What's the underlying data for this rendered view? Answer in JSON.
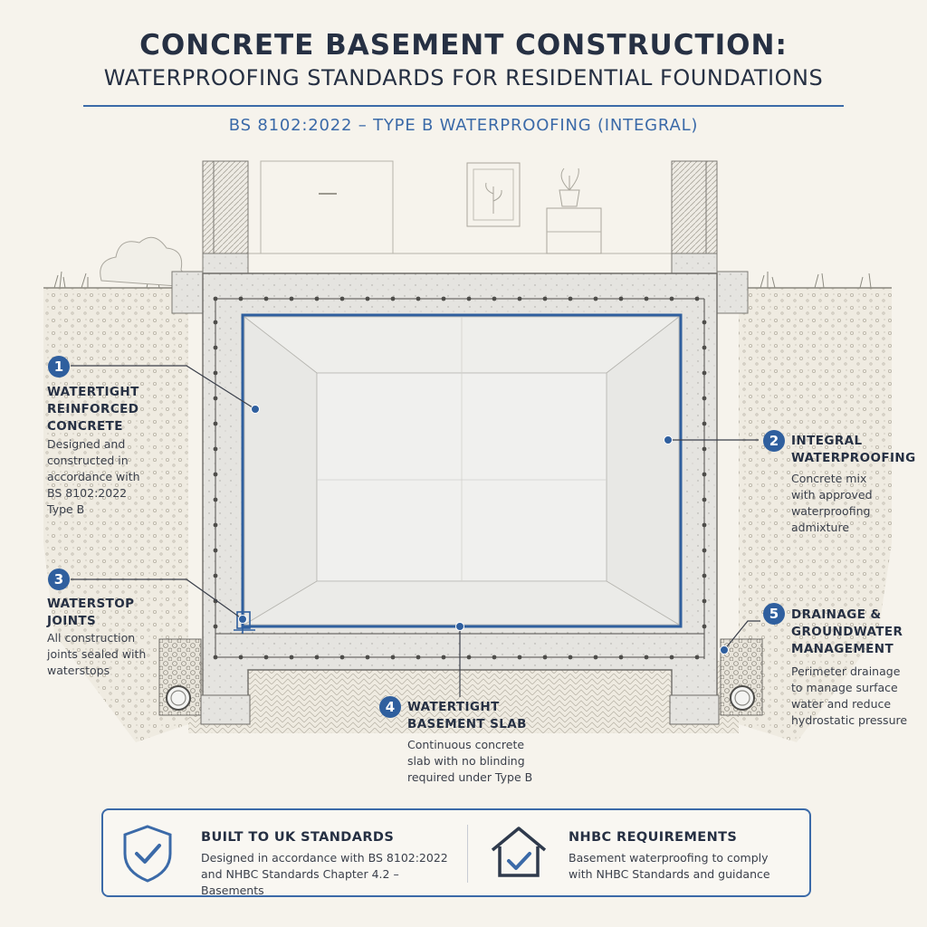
{
  "header": {
    "title_line1": "CONCRETE BASEMENT CONSTRUCTION:",
    "title_line2": "WATERPROOFING STANDARDS FOR RESIDENTIAL FOUNDATIONS",
    "standard": "BS 8102:2022 – TYPE B WATERPROOFING (INTEGRAL)"
  },
  "callouts": [
    {
      "number": "1",
      "title": "WATERTIGHT\nREINFORCED\nCONCRETE",
      "description": "Designed and\nconstructed in\naccordance with\nBS 8102:2022\nType B"
    },
    {
      "number": "2",
      "title": "INTEGRAL\nWATERPROOFING",
      "description": "Concrete mix\nwith approved\nwaterproofing\nadmixture"
    },
    {
      "number": "3",
      "title": "WATERSTOP\nJOINTS",
      "description": "All construction\njoints sealed with\nwaterstops"
    },
    {
      "number": "4",
      "title": "WATERTIGHT\nBASEMENT SLAB",
      "description": "Continuous concrete\nslab with no blinding\nrequired under Type B"
    },
    {
      "number": "5",
      "title": "DRAINAGE &\nGROUNDWATER\nMANAGEMENT",
      "description": "Perimeter drainage\nto manage surface\nwater and reduce\nhydrostatic pressure"
    }
  ],
  "footer": {
    "left": {
      "icon": "shield-check-icon",
      "title": "BUILT TO UK STANDARDS",
      "description": "Designed in accordance with BS 8102:2022\nand NHBC Standards Chapter 4.2 – Basements"
    },
    "right": {
      "icon": "house-check-icon",
      "title": "NHBC REQUIREMENTS",
      "description": "Basement waterproofing to comply\nwith NHBC Standards and guidance"
    }
  },
  "colors": {
    "accent": "#3b6aa8",
    "badge": "#2f5f9e",
    "text": "#263043",
    "concrete": "#e4e3df",
    "background": "#f6f3ec"
  }
}
